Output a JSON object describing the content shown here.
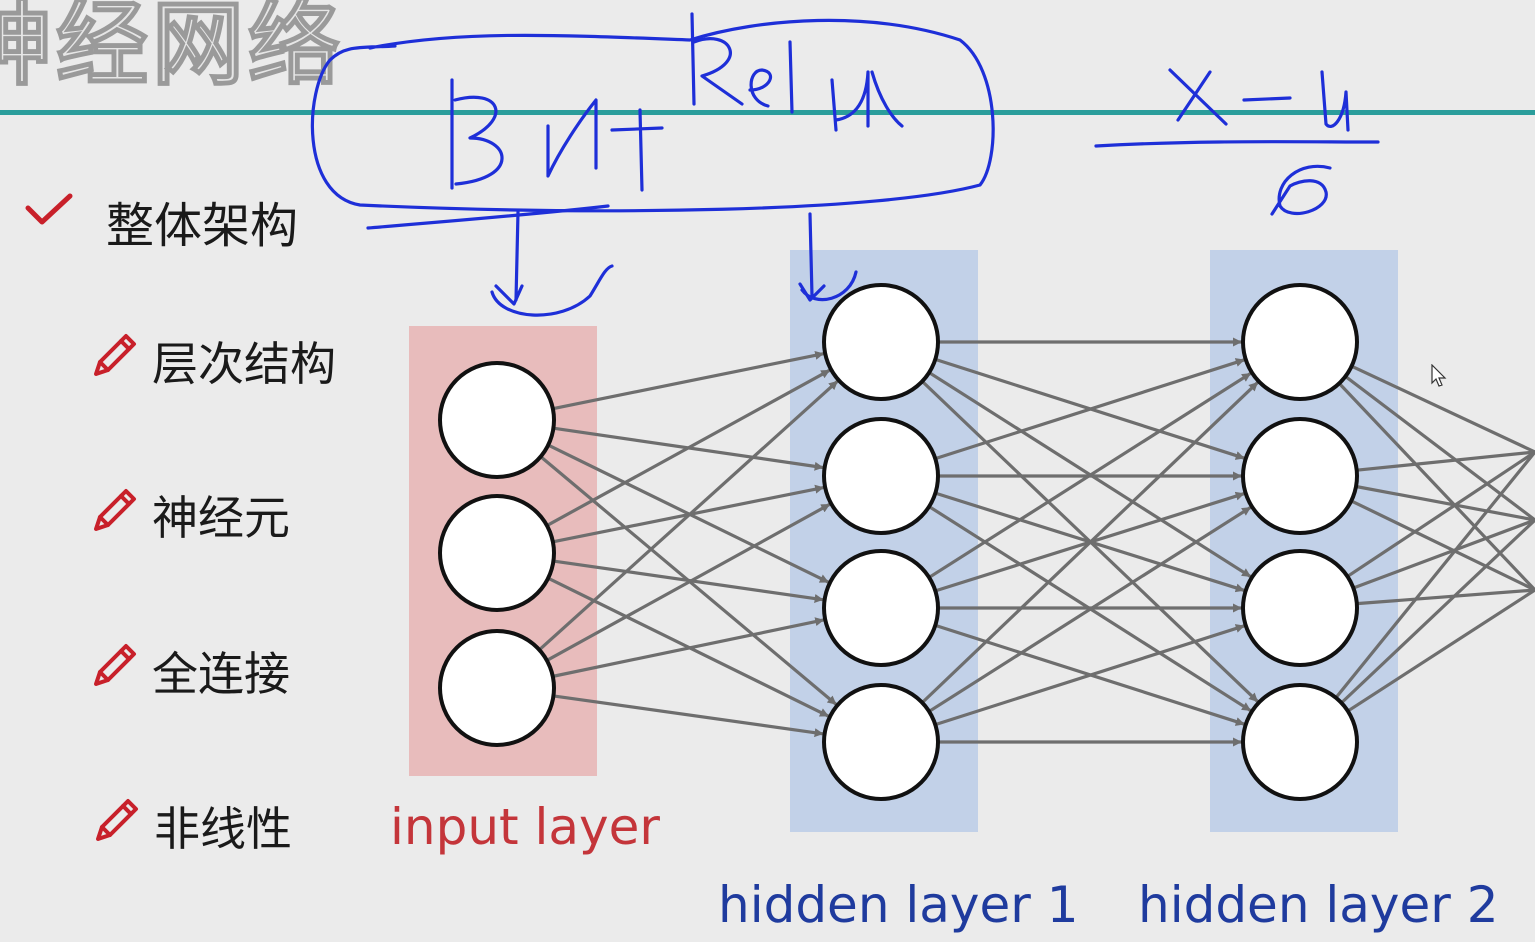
{
  "slide": {
    "title": "神经网络",
    "main_item": "整体架构",
    "sub_items": [
      "层次结构",
      "神经元",
      "全连接",
      "非线性"
    ]
  },
  "diagram": {
    "layers": [
      {
        "label": "input layer",
        "nodes": 3,
        "color": "#e8bcbc",
        "label_color": "#c4353a"
      },
      {
        "label": "hidden layer 1",
        "nodes": 4,
        "color": "#c2d1e8",
        "label_color": "#1f3b9e"
      },
      {
        "label": "hidden layer 2",
        "nodes": 4,
        "color": "#c2d1e8",
        "label_color": "#1f3b9e"
      }
    ],
    "connections": "fully-connected",
    "edge_color": "#6e6e6e"
  },
  "annotations": {
    "handwriting": [
      "BN+",
      "Relu",
      "x-u",
      "σ"
    ],
    "ink_color": "#1e2fd8"
  },
  "colors": {
    "accent_rule": "#2a9d9b",
    "icon_red": "#c8202a"
  }
}
